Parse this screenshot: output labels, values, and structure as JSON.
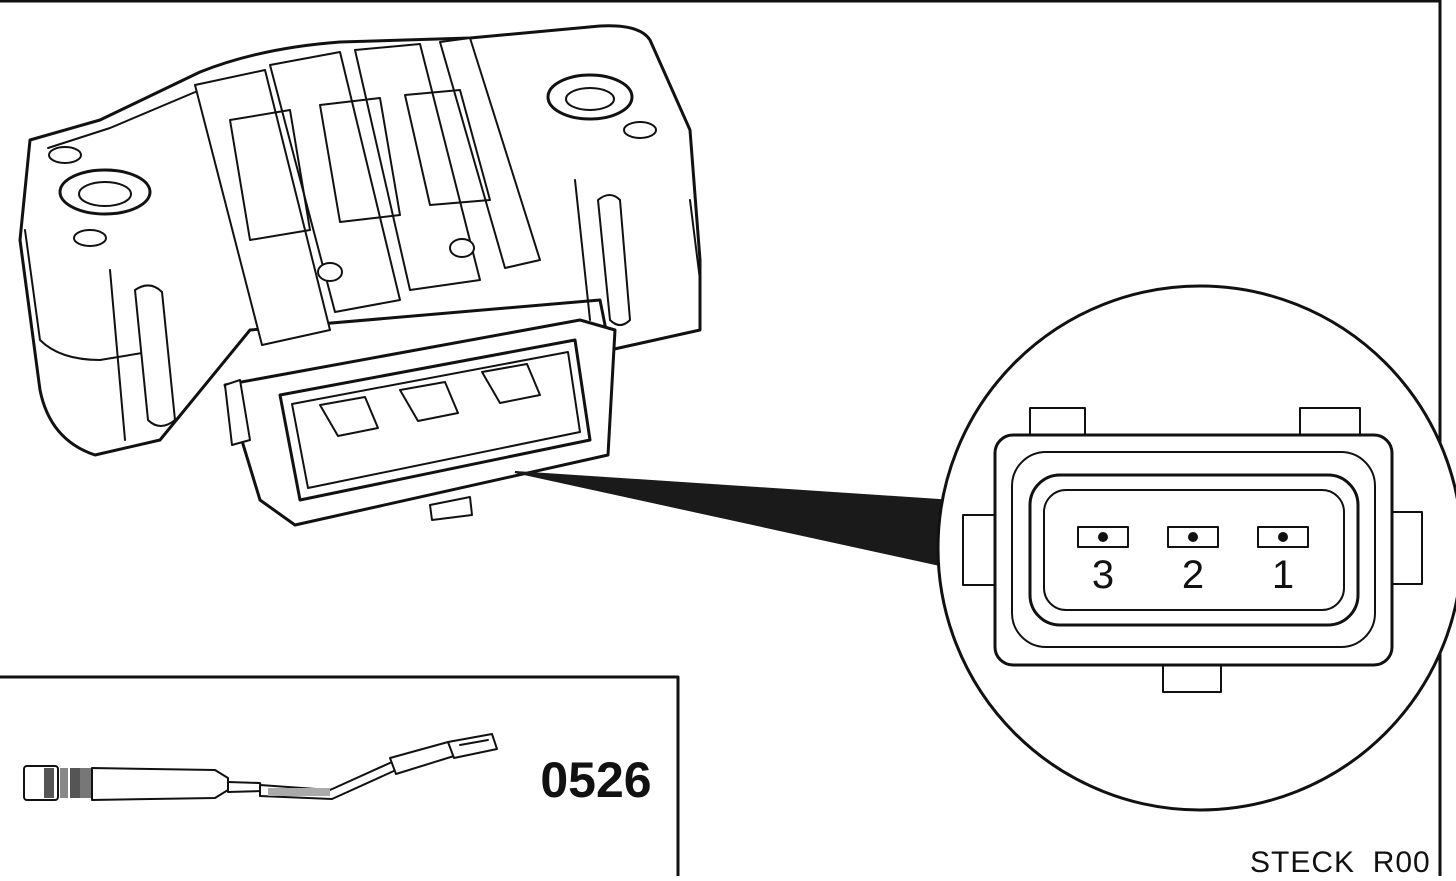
{
  "connector": {
    "pins": [
      {
        "label": "3"
      },
      {
        "label": "2"
      },
      {
        "label": "1"
      }
    ]
  },
  "tool_box": {
    "number": "0526"
  },
  "footer": {
    "code": "STECK_R00"
  },
  "colors": {
    "line": "#111111",
    "background": "#ffffff",
    "leader": "#1a1a1a"
  }
}
